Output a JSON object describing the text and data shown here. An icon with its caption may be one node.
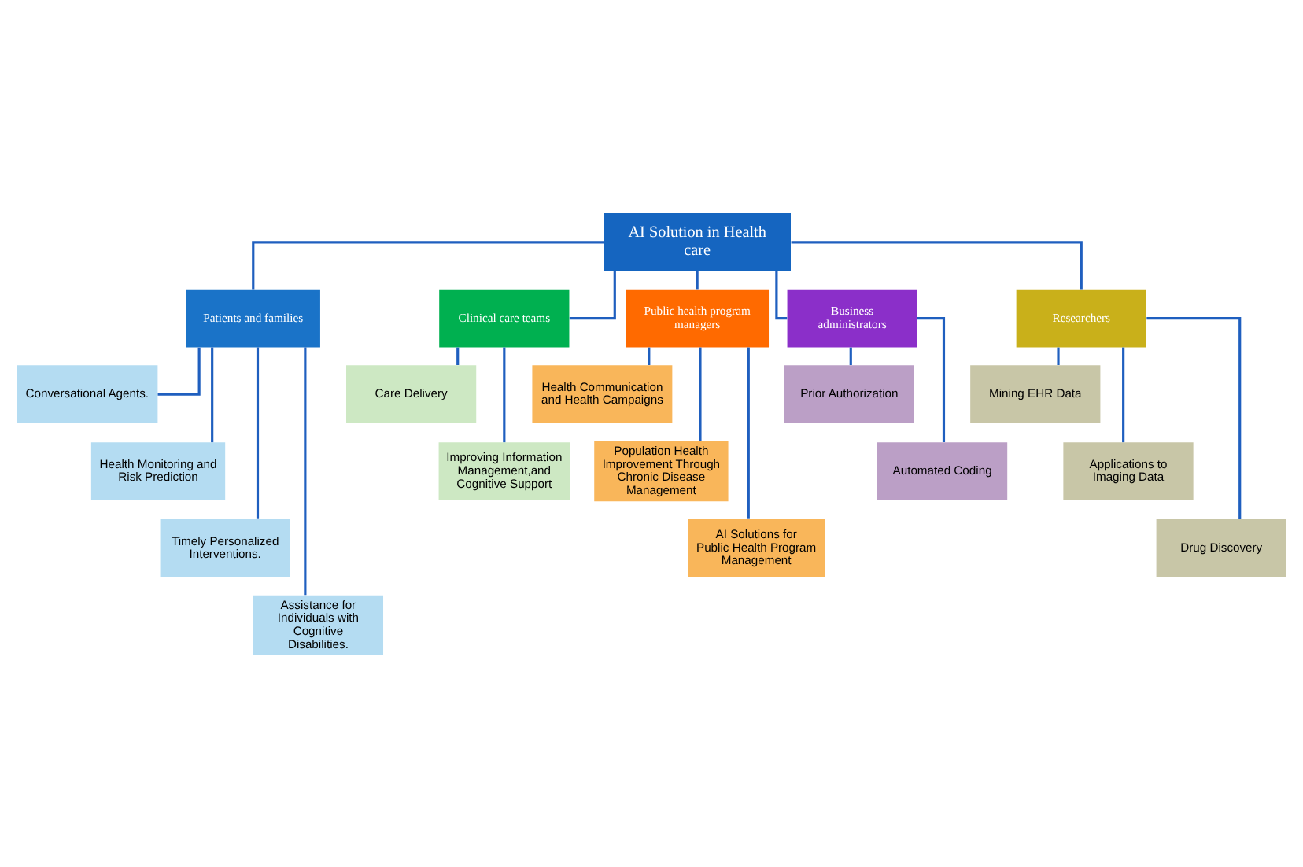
{
  "diagram": {
    "nodes": [
      {
        "text": [
          "AI Solution in Health care"
        ]
      },
      {
        "text": [
          "Patients and families"
        ]
      },
      {
        "text": [
          "Clinical care teams"
        ]
      },
      {
        "text": [
          "Public health program managers"
        ]
      },
      {
        "text": [
          "Business administrators"
        ]
      },
      {
        "text": [
          "Researchers"
        ]
      },
      {
        "text": [
          "Conversational Agents."
        ]
      },
      {
        "text": [
          "Health Monitoring and Risk Prediction"
        ]
      },
      {
        "text": [
          "Timely Personalized Interventions."
        ]
      },
      {
        "text": [
          "Assistance for Individuals with Cognitive Disabilities."
        ]
      },
      {
        "text": [
          "Care Delivery"
        ]
      },
      {
        "text": [
          "Improving Information Management,and Cognitive Support"
        ]
      },
      {
        "text": [
          "Health Communication and Health Campaigns"
        ]
      },
      {
        "text": [
          "Population Health Improvement Through Chronic Disease Management"
        ]
      },
      {
        "text": [
          "AI Solutions for Public Health Program Management"
        ]
      },
      {
        "text": [
          "Prior Authorization"
        ]
      },
      {
        "text": [
          "Automated Coding"
        ]
      },
      {
        "text": [
          "Mining EHR Data"
        ]
      },
      {
        "text": [
          "Applications to Imaging Data"
        ]
      },
      {
        "text": [
          "Drug Discovery"
        ]
      }
    ],
    "edges": [
      {
        "from": 0,
        "to": 1,
        "arrow": "none"
      },
      {
        "from": 0,
        "to": 2,
        "arrow": "none"
      },
      {
        "from": 0,
        "to": 3,
        "arrow": "none"
      },
      {
        "from": 0,
        "to": 4,
        "arrow": "none"
      },
      {
        "from": 0,
        "to": 5,
        "arrow": "none"
      },
      {
        "from": 1,
        "to": 6,
        "arrow": "none"
      },
      {
        "from": 1,
        "to": 7,
        "arrow": "none"
      },
      {
        "from": 1,
        "to": 8,
        "arrow": "none"
      },
      {
        "from": 1,
        "to": 9,
        "arrow": "none"
      },
      {
        "from": 2,
        "to": 10,
        "arrow": "none"
      },
      {
        "from": 2,
        "to": 11,
        "arrow": "none"
      },
      {
        "from": 3,
        "to": 12,
        "arrow": "none"
      },
      {
        "from": 3,
        "to": 13,
        "arrow": "none"
      },
      {
        "from": 3,
        "to": 14,
        "arrow": "none"
      },
      {
        "from": 4,
        "to": 15,
        "arrow": "none"
      },
      {
        "from": 4,
        "to": 16,
        "arrow": "none"
      },
      {
        "from": 5,
        "to": 17,
        "arrow": "none"
      },
      {
        "from": 5,
        "to": 18,
        "arrow": "none"
      },
      {
        "from": 5,
        "to": 19,
        "arrow": "none"
      }
    ]
  }
}
